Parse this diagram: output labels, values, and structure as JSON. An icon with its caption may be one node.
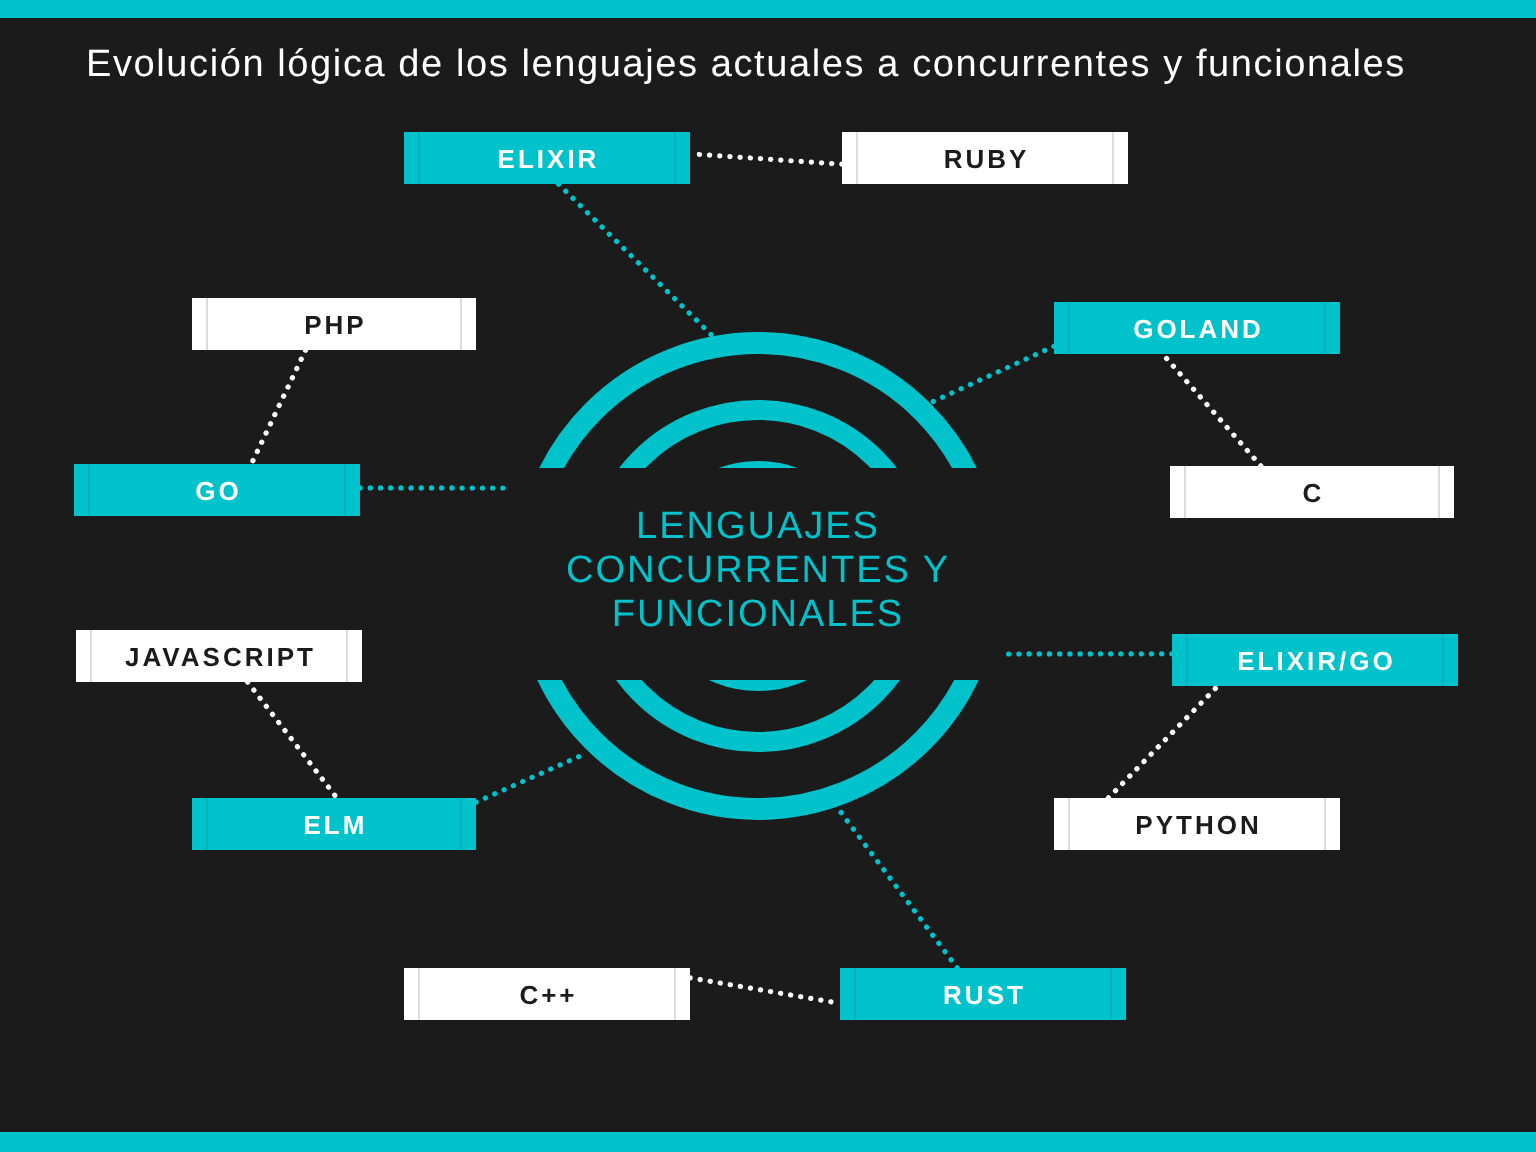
{
  "diagram": {
    "title": "Evolución lógica de los lenguajes actuales a concurrentes y funcionales",
    "nodes": [
      {
        "text": [
          "ELIXIR"
        ]
      },
      {
        "text": [
          "RUBY"
        ]
      },
      {
        "text": [
          "PHP"
        ]
      },
      {
        "text": [
          "GOLAND"
        ]
      },
      {
        "text": [
          "GO"
        ]
      },
      {
        "text": [
          "C"
        ]
      },
      {
        "text": [
          "LENGUAJES CONCURRENTES Y FUNCIONALES"
        ]
      },
      {
        "text": [
          "JAVASCRIPT"
        ]
      },
      {
        "text": [
          "ELIXIR/GO"
        ]
      },
      {
        "text": [
          "ELM"
        ]
      },
      {
        "text": [
          "PYTHON"
        ]
      },
      {
        "text": [
          "C++"
        ]
      },
      {
        "text": [
          "RUST"
        ]
      }
    ],
    "edges": [
      {
        "from": 1,
        "to": 0,
        "arrow": "none"
      },
      {
        "from": 2,
        "to": 4,
        "arrow": "none"
      },
      {
        "from": 5,
        "to": 3,
        "arrow": "none"
      },
      {
        "from": 7,
        "to": 9,
        "arrow": "none"
      },
      {
        "from": 10,
        "to": 8,
        "arrow": "none"
      },
      {
        "from": 11,
        "to": 12,
        "arrow": "none"
      },
      {
        "from": 0,
        "to": 6,
        "arrow": "none",
        "color": "#00c2cb"
      },
      {
        "from": 3,
        "to": 6,
        "arrow": "none",
        "color": "#00c2cb"
      },
      {
        "from": 4,
        "to": 6,
        "arrow": "none",
        "color": "#00c2cb"
      },
      {
        "from": 8,
        "to": 6,
        "arrow": "none",
        "color": "#00c2cb"
      },
      {
        "from": 9,
        "to": 6,
        "arrow": "none",
        "color": "#00c2cb"
      },
      {
        "from": 12,
        "to": 6,
        "arrow": "none",
        "color": "#00c2cb"
      }
    ]
  }
}
